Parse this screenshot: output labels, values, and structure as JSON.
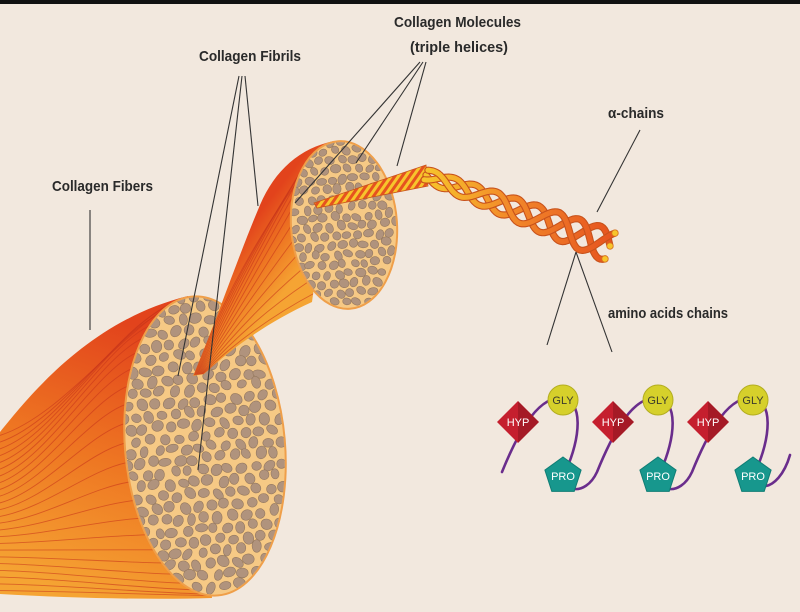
{
  "labels": {
    "collagen_fibers": "Collagen Fibers",
    "collagen_fibrils": "Collagen Fibrils",
    "collagen_molecules": "Collagen Molecules",
    "triple_helices": "(triple helices)",
    "alpha_chains": "α-chains",
    "amino_acids_chains": "amino acids chains"
  },
  "amino_acid_units": [
    {
      "hyp": "HYP",
      "gly": "GLY",
      "pro": "PRO"
    },
    {
      "hyp": "HYP",
      "gly": "GLY",
      "pro": "PRO"
    },
    {
      "hyp": "HYP",
      "gly": "GLY",
      "pro": "PRO"
    }
  ],
  "colors": {
    "background": "#f2e8de",
    "border": "#111111",
    "fiber_light": "#f5a433",
    "fiber_mid": "#ee7622",
    "fiber_dark": "#e2431c",
    "striation": "#c8361a",
    "cross_section": "#f6c985",
    "cross_section_rim": "#ef9f4a",
    "fibril_dot": "#b0937d",
    "fibril_dot_edge": "#94785f",
    "helix_yellow": "#f7c52c",
    "helix_orange": "#f2892a",
    "helix_red": "#e6521f",
    "hyp": "#c51f2e",
    "gly": "#d6d02b",
    "pro": "#17978d",
    "chain": "#6a2d8c",
    "leader_line": "#333333",
    "label_text": "#2a2a2a"
  }
}
